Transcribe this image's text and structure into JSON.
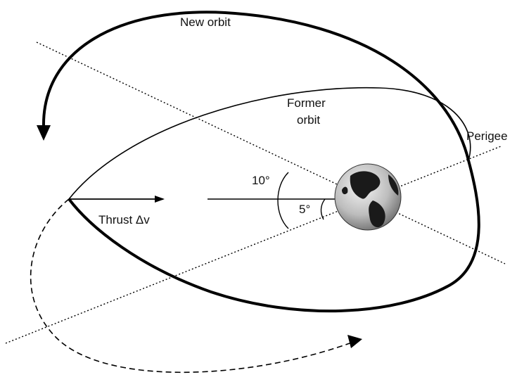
{
  "labels": {
    "new_orbit": "New orbit",
    "former_orbit_line1": "Former",
    "former_orbit_line2": "orbit",
    "perigee": "Perigee",
    "angle_10": "10°",
    "angle_5": "5°",
    "thrust": "Thrust Δv"
  },
  "colors": {
    "line": "#000000",
    "earth_ocean": "#c8c8c8",
    "earth_land": "#1a1a1a"
  },
  "icons": {
    "earth": "earth-globe-icon"
  }
}
